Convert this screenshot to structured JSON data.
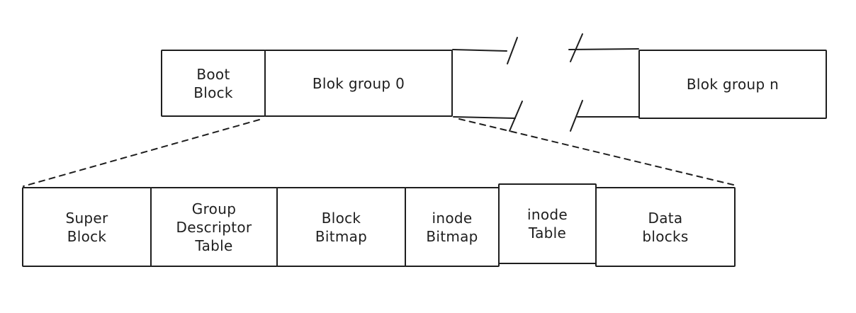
{
  "diagram": {
    "colors": {
      "stroke": "#1e1e1e",
      "background": "#ffffff"
    },
    "disk_row": {
      "boxes": [
        {
          "id": "boot-block",
          "label": "Boot\nBlock"
        },
        {
          "id": "block-group-0",
          "label": "Blok group 0"
        },
        {
          "id": "block-group-n",
          "label": "Blok group n"
        }
      ]
    },
    "block_group_detail_row": {
      "boxes": [
        {
          "id": "super-block",
          "label": "Super\nBlock"
        },
        {
          "id": "group-descriptor-table",
          "label": "Group\nDescriptor\nTable"
        },
        {
          "id": "block-bitmap",
          "label": "Block\nBitmap"
        },
        {
          "id": "inode-bitmap",
          "label": "inode\nBitmap"
        },
        {
          "id": "inode-table",
          "label": "inode\nTable"
        },
        {
          "id": "data-blocks",
          "label": "Data\nblocks"
        }
      ]
    }
  }
}
